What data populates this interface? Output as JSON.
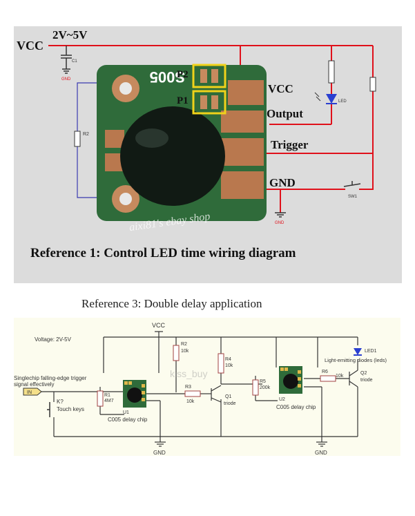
{
  "ref1": {
    "vcc_label": "VCC",
    "voltage": "2V~5V",
    "pad_labels": [
      "VCC",
      "Output",
      "Trigger",
      "GND"
    ],
    "jumper_labels": [
      "P2",
      "P1"
    ],
    "chip_text": "S005",
    "r2": "R2",
    "watermark": "aixi81's ebay shop",
    "caption": "Reference 1:  Control LED time wiring diagram",
    "gnd_top": "GND",
    "gnd_bottom": "GND",
    "led": "LED",
    "sw": "SW1",
    "cap": "C1"
  },
  "ref3": {
    "title": "Reference 3:  Double delay application",
    "vcc": "VCC",
    "voltage": "Voltage: 2V-5V",
    "trigger_note_1": "Singlechip falling-edge trigger",
    "trigger_note_2": "signal effectively",
    "in": "IN",
    "k": "K?",
    "touch": "Touch keys",
    "r1": "R1",
    "r1_val": "4M7",
    "u1": "U1",
    "chip1": "C005 delay chip",
    "r2": "R2",
    "r2_val": "10k",
    "r3": "R3",
    "r3_val": "10k",
    "r4": "R4",
    "r4_val": "10k",
    "q1": "Q1",
    "q1_type": "triode",
    "r5": "R5",
    "r5_val": "200k",
    "u2": "U2",
    "chip2": "C005 delay chip",
    "r6": "R6",
    "r6_val": "10k",
    "q2": "Q2",
    "q2_type": "triode",
    "led1": "LED1",
    "led_note": "Light-emitting diodes (leds)",
    "gnd1": "GND",
    "gnd2": "GND",
    "watermark": "kiss_buy"
  },
  "colors": {
    "board": "#2f6b3a",
    "pad": "#b9784e",
    "wire_red": "#e0101a",
    "wire_blue": "#3a3ab0",
    "jumper": "#f0d21a"
  }
}
